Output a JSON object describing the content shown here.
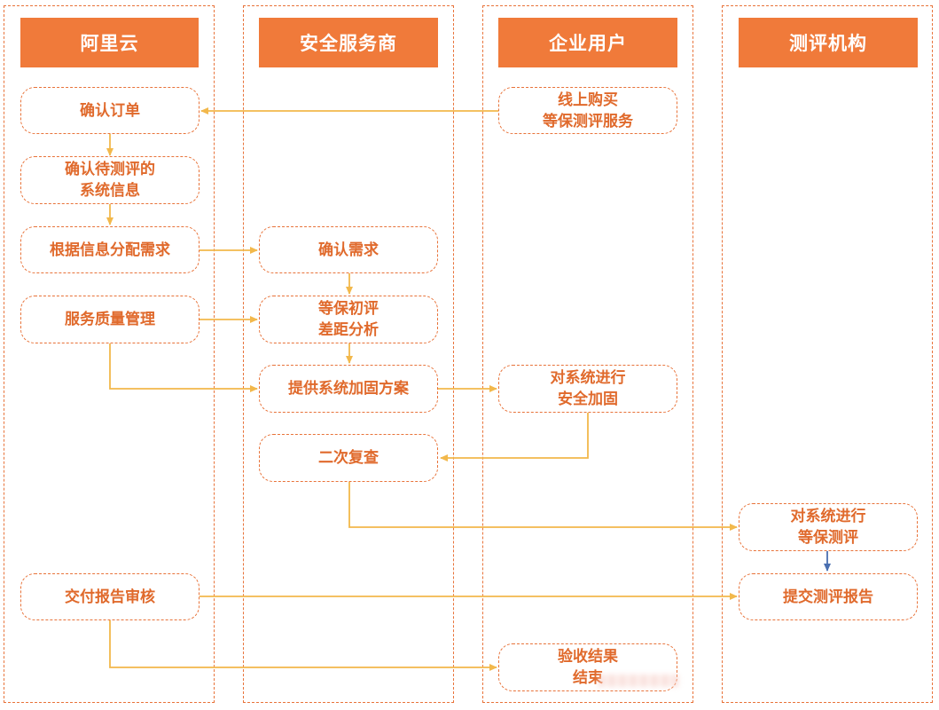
{
  "lanes": [
    {
      "id": "aliyun",
      "label": "阿里云"
    },
    {
      "id": "security",
      "label": "安全服务商"
    },
    {
      "id": "enterprise",
      "label": "企业用户"
    },
    {
      "id": "evaluator",
      "label": "测评机构"
    }
  ],
  "nodes": {
    "confirm_order": "确认订单",
    "confirm_system_info": "确认待测评的\n系统信息",
    "allocate_requirements": "根据信息分配需求",
    "service_quality": "服务质量管理",
    "deliver_report_review": "交付报告审核",
    "confirm_requirements": "确认需求",
    "gap_analysis": "等保初评\n差距分析",
    "hardening_plan": "提供系统加固方案",
    "second_review": "二次复查",
    "online_purchase": "线上购买\n等保测评服务",
    "system_hardening": "对系统进行\n安全加固",
    "acceptance_end": "验收结果\n结束",
    "perform_evaluation": "对系统进行\n等保测评",
    "submit_report": "提交测评报告"
  },
  "colors": {
    "header": "#f07a3a",
    "node_border": "#e8733a",
    "node_text": "#e06a2c",
    "edge": "#f2b84b",
    "edge_blue": "#4a6fb0"
  }
}
